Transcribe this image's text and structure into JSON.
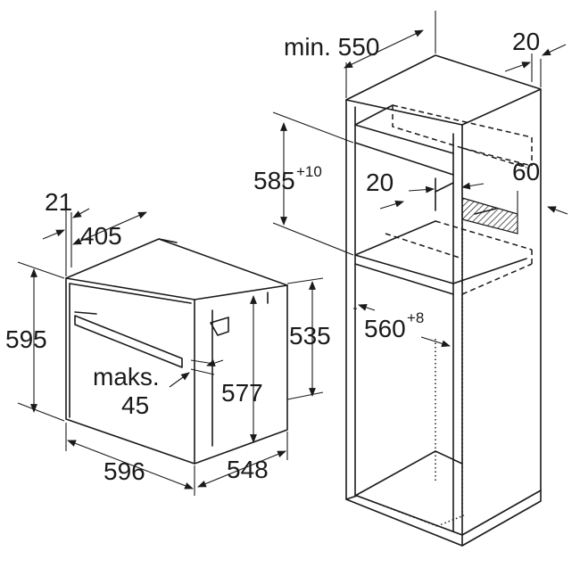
{
  "labels": {
    "tall_width": "min. 550",
    "side_gap": "20",
    "vert_opening": "585",
    "vert_tol": "+10",
    "gap_20": "20",
    "vent_60": "60",
    "inner_width": "560",
    "inner_tol": "+8",
    "oven_21": "21",
    "oven_405": "405",
    "oven_595": "595",
    "oven_535": "535",
    "maks": "maks.",
    "maks_val": "45",
    "oven_577": "577",
    "oven_596": "596",
    "oven_548": "548"
  }
}
